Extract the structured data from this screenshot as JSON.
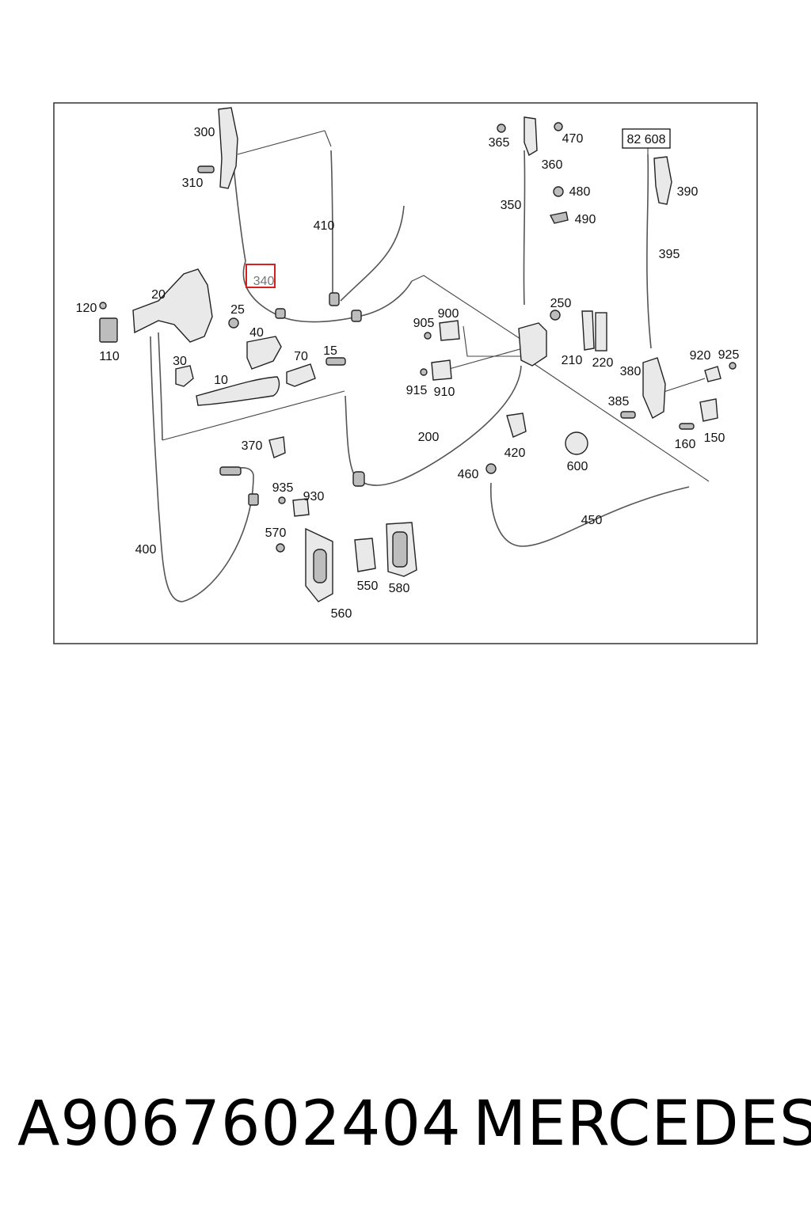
{
  "diagram": {
    "highlighted_label": "340",
    "reference_box": "82 608",
    "labels": {
      "l300": "300",
      "l310": "310",
      "l410": "410",
      "l340": "340",
      "l20": "20",
      "l120": "120",
      "l110": "110",
      "l25": "25",
      "l40": "40",
      "l30": "30",
      "l70": "70",
      "l15": "15",
      "l10": "10",
      "l365": "365",
      "l470": "470",
      "l360": "360",
      "l350": "350",
      "l480": "480",
      "l490": "490",
      "l390": "390",
      "l395": "395",
      "l250": "250",
      "l905": "905",
      "l900": "900",
      "l210": "210",
      "l220": "220",
      "l915": "915",
      "l910": "910",
      "l380": "380",
      "l920": "920",
      "l925": "925",
      "l385": "385",
      "l160": "160",
      "l150": "150",
      "l200": "200",
      "l420": "420",
      "l600": "600",
      "l460": "460",
      "l450": "450",
      "l370": "370",
      "l935": "935",
      "l930": "930",
      "l570": "570",
      "l550": "550",
      "l580": "580",
      "l560": "560",
      "l400": "400"
    }
  },
  "footer": {
    "part_number": "A9067602404",
    "brand": "MERCEDES"
  }
}
